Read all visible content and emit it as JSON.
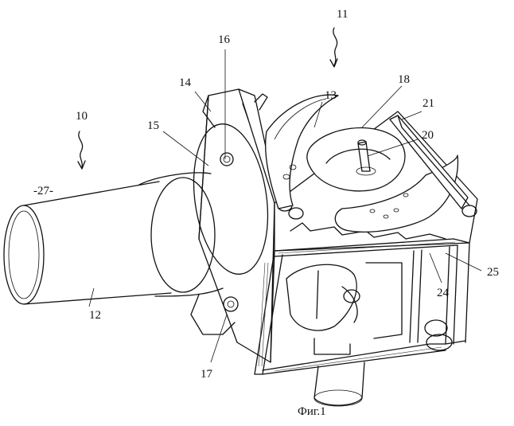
{
  "figure": {
    "caption": "Фиг.1",
    "labels": {
      "l10": "10",
      "l11": "11",
      "l12": "12",
      "l13": "13",
      "l14": "14",
      "l15": "15",
      "l16": "16",
      "l17": "17",
      "l18": "18",
      "l20": "20",
      "l21": "21",
      "l24": "24",
      "l25": "25",
      "l27": "-27-"
    }
  }
}
